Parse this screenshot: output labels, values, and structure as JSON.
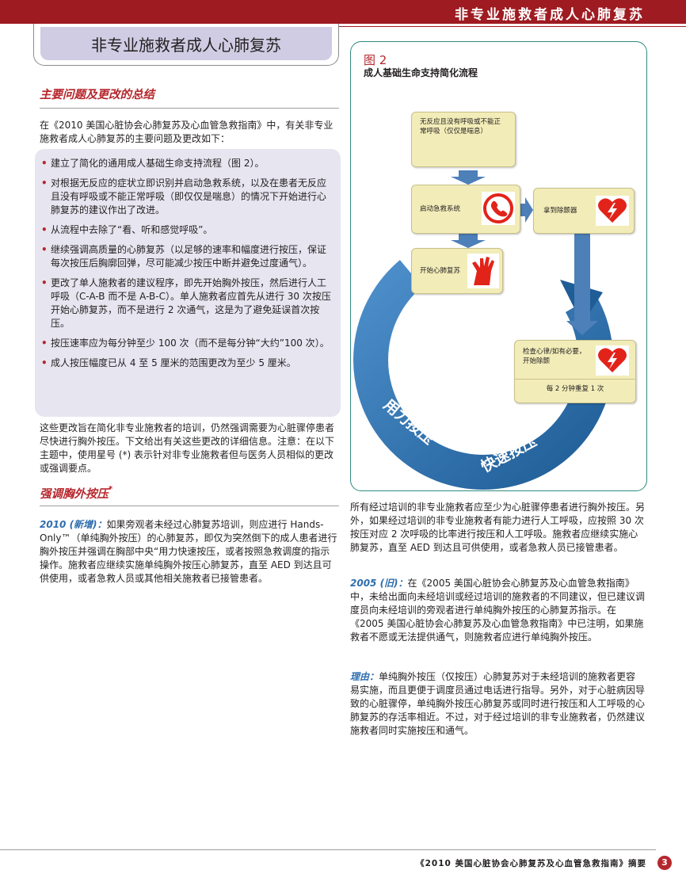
{
  "header": {
    "running_title": "非专业施救者成人心肺复苏"
  },
  "title_box": {
    "title": "非专业施救者成人心肺复苏"
  },
  "section1": {
    "heading": "主要问题及更改的总结",
    "intro": "在《2010 美国心脏协会心肺复苏及心血管急救指南》中，有关非专业施救者成人心肺复苏的主要问题及更改如下：",
    "bullets": [
      "建立了简化的通用成人基础生命支持流程（图 2）。",
      "对根据无反应的症状立即识别并启动急救系统，以及在患者无反应且没有呼吸或不能正常呼吸（即仅仅是喘息）的情况下开始进行心肺复苏的建议作出了改进。",
      "从流程中去除了“看、听和感觉呼吸”。",
      "继续强调高质量的心肺复苏（以足够的速率和幅度进行按压，保证每次按压后胸廓回弹，尽可能减少按压中断并避免过度通气）。",
      "更改了单人施救者的建议程序，即先开始胸外按压，然后进行人工呼吸（C-A-B 而不是 A-B-C）。单人施救者应首先从进行 30 次按压开始心肺复苏，而不是进行 2 次通气，这是为了避免延误首次按压。",
      "按压速率应为每分钟至少 100 次（而不是每分钟“大约”100 次）。",
      "成人按压幅度已从 4 至 5 厘米的范围更改为至少 5 厘米。"
    ],
    "after": "这些更改旨在简化非专业施救者的培训，仍然强调需要为心脏骤停患者尽快进行胸外按压。下文给出有关这些更改的详细信息。注意：在以下主题中，使用星号 (*) 表示针对非专业施救者但与医务人员相似的更改或强调要点。"
  },
  "section2": {
    "heading": "强调胸外按压",
    "heading_mark": "*",
    "p2010_lead": "2010 (新增)：",
    "p2010_text": "如果旁观者未经过心肺复苏培训，则应进行 Hands-Only™（单纯胸外按压）的心肺复苏，即仅为突然倒下的成人患者进行胸外按压并强调在胸部中央“用力快速按压，或者按照急救调度的指示操作。施救者应继续实施单纯胸外按压心肺复苏，直至 AED 到达且可供使用，或者急救人员或其他相关施救者已接管患者。"
  },
  "right_column": {
    "p1": "所有经过培训的非专业施救者应至少为心脏骤停患者进行胸外按压。另外，如果经过培训的非专业施救者有能力进行人工呼吸，应按照 30 次按压对应 2 次呼吸的比率进行按压和人工呼吸。施救者应继续实施心肺复苏，直至 AED 到达且可供使用，或者急救人员已接管患者。",
    "p2005_lead": "2005 (旧)：",
    "p2005_text": "在《2005 美国心脏协会心肺复苏及心血管急救指南》中，未给出面向未经培训或经过培训的施救者的不同建议，但已建议调度员向未经培训的旁观者进行单纯胸外按压的心肺复苏指示。在《2005 美国心脏协会心肺复苏及心血管急救指南》中已注明，如果施救者不愿或无法提供通气，则施救者应进行单纯胸外按压。",
    "reason_lead": "理由：",
    "reason_text": "单纯胸外按压（仅按压）心肺复苏对于未经培训的施救者更容易实施，而且更便于调度员通过电话进行指导。另外，对于心脏病因导致的心脏骤停，单纯胸外按压心肺复苏或同时进行按压和人工呼吸的心肺复苏的存活率相近。不过，对于经过培训的非专业施救者，仍然建议施救者同时实施按压和通气。"
  },
  "figure": {
    "label": "图 2",
    "title": "成人基础生命支持简化流程",
    "box1": "无反应且没有呼吸或不能正常呼吸（仅仅是喘息）",
    "box2": "启动急救系统",
    "box3": "拿到除颤器",
    "box4": "开始心肺复苏",
    "box5_line1": "检查心律/如有必要，开始除颤",
    "box5_line2": "每 2 分钟重复 1 次",
    "arc_text_1": "用力按压",
    "arc_dot": "•",
    "arc_text_2": "快速按压",
    "colors": {
      "arrow_blue": "#2e6fa8",
      "box_fill": "#f2ecb8",
      "icon_red": "#e2231a",
      "frame": "#2d8a80"
    },
    "icons": [
      "phone-icon",
      "heart-defibrillator-icon",
      "hands-cpr-icon"
    ]
  },
  "footer": {
    "text": "《2010 美国心脏协会心肺复苏及心血管急救指南》摘要",
    "page": "3"
  }
}
